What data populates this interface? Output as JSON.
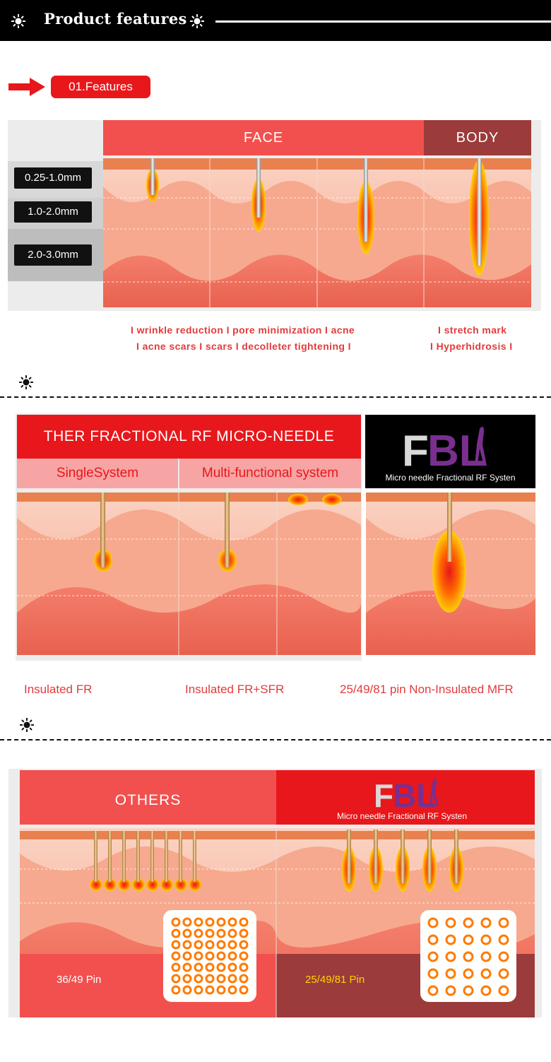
{
  "header": {
    "title": "Product features",
    "sun_icon": "sun-icon"
  },
  "badge": {
    "label": "01.Features",
    "arrow_icon": "right-arrow-icon",
    "color": "#e8171b"
  },
  "section1": {
    "face_label": "FACE",
    "body_label": "BODY",
    "depths": [
      "0.25-1.0mm",
      "1.0-2.0mm",
      "2.0-3.0mm"
    ],
    "face_captions": [
      "I wrinkle reduction I pore minimization I acne",
      "I acne scars I scars I decolleter tightening I"
    ],
    "body_captions": [
      "I stretch mark",
      "I Hyperhidrosis I"
    ]
  },
  "section2": {
    "title": "THER FRACTIONAL RF MICRO-NEEDLE",
    "sub_single": "SingleSystem",
    "sub_multi": "Multi-functional system",
    "fbl_subtitle": "Micro needle Fractional RF Systen",
    "captions": [
      "Insulated FR",
      "Insulated FR+SFR",
      "25/49/81 pin Non-Insulated MFR"
    ]
  },
  "section3": {
    "others_label": "OTHERS",
    "fbl_subtitle": "Micro needle Fractional RF Systen",
    "pins_left": "36/49 Pin",
    "pins_right": "25/49/81 Pin"
  },
  "colors": {
    "red": "#e8171b",
    "coral": "#f2504e",
    "maroon": "#9b3b3b",
    "pink": "#f7a4a4",
    "skin": "#f9c9b3",
    "yellow": "#ffd400"
  }
}
